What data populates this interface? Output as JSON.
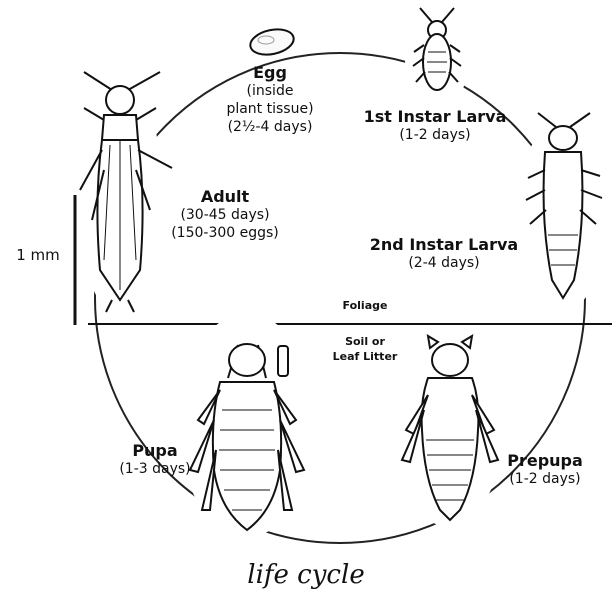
{
  "stages": {
    "egg": {
      "title": "Egg",
      "lines": [
        "(inside",
        "plant tissue)",
        "(2½-4 days)"
      ]
    },
    "larva1": {
      "title": "1st Instar Larva",
      "lines": [
        "(1-2 days)"
      ]
    },
    "larva2": {
      "title": "2nd Instar Larva",
      "lines": [
        "(2-4 days)"
      ]
    },
    "prepupa": {
      "title": "Prepupa",
      "lines": [
        "(1-2 days)"
      ]
    },
    "pupa": {
      "title": "Pupa",
      "lines": [
        "(1-3 days)"
      ]
    },
    "adult": {
      "title": "Adult",
      "lines": [
        "(30-45 days)",
        "(150-300 eggs)"
      ]
    }
  },
  "layers": {
    "foliage": "Foliage",
    "soil": [
      "Soil or",
      "Leaf Litter"
    ]
  },
  "scale": {
    "label": "1 mm"
  },
  "caption": "life cycle"
}
